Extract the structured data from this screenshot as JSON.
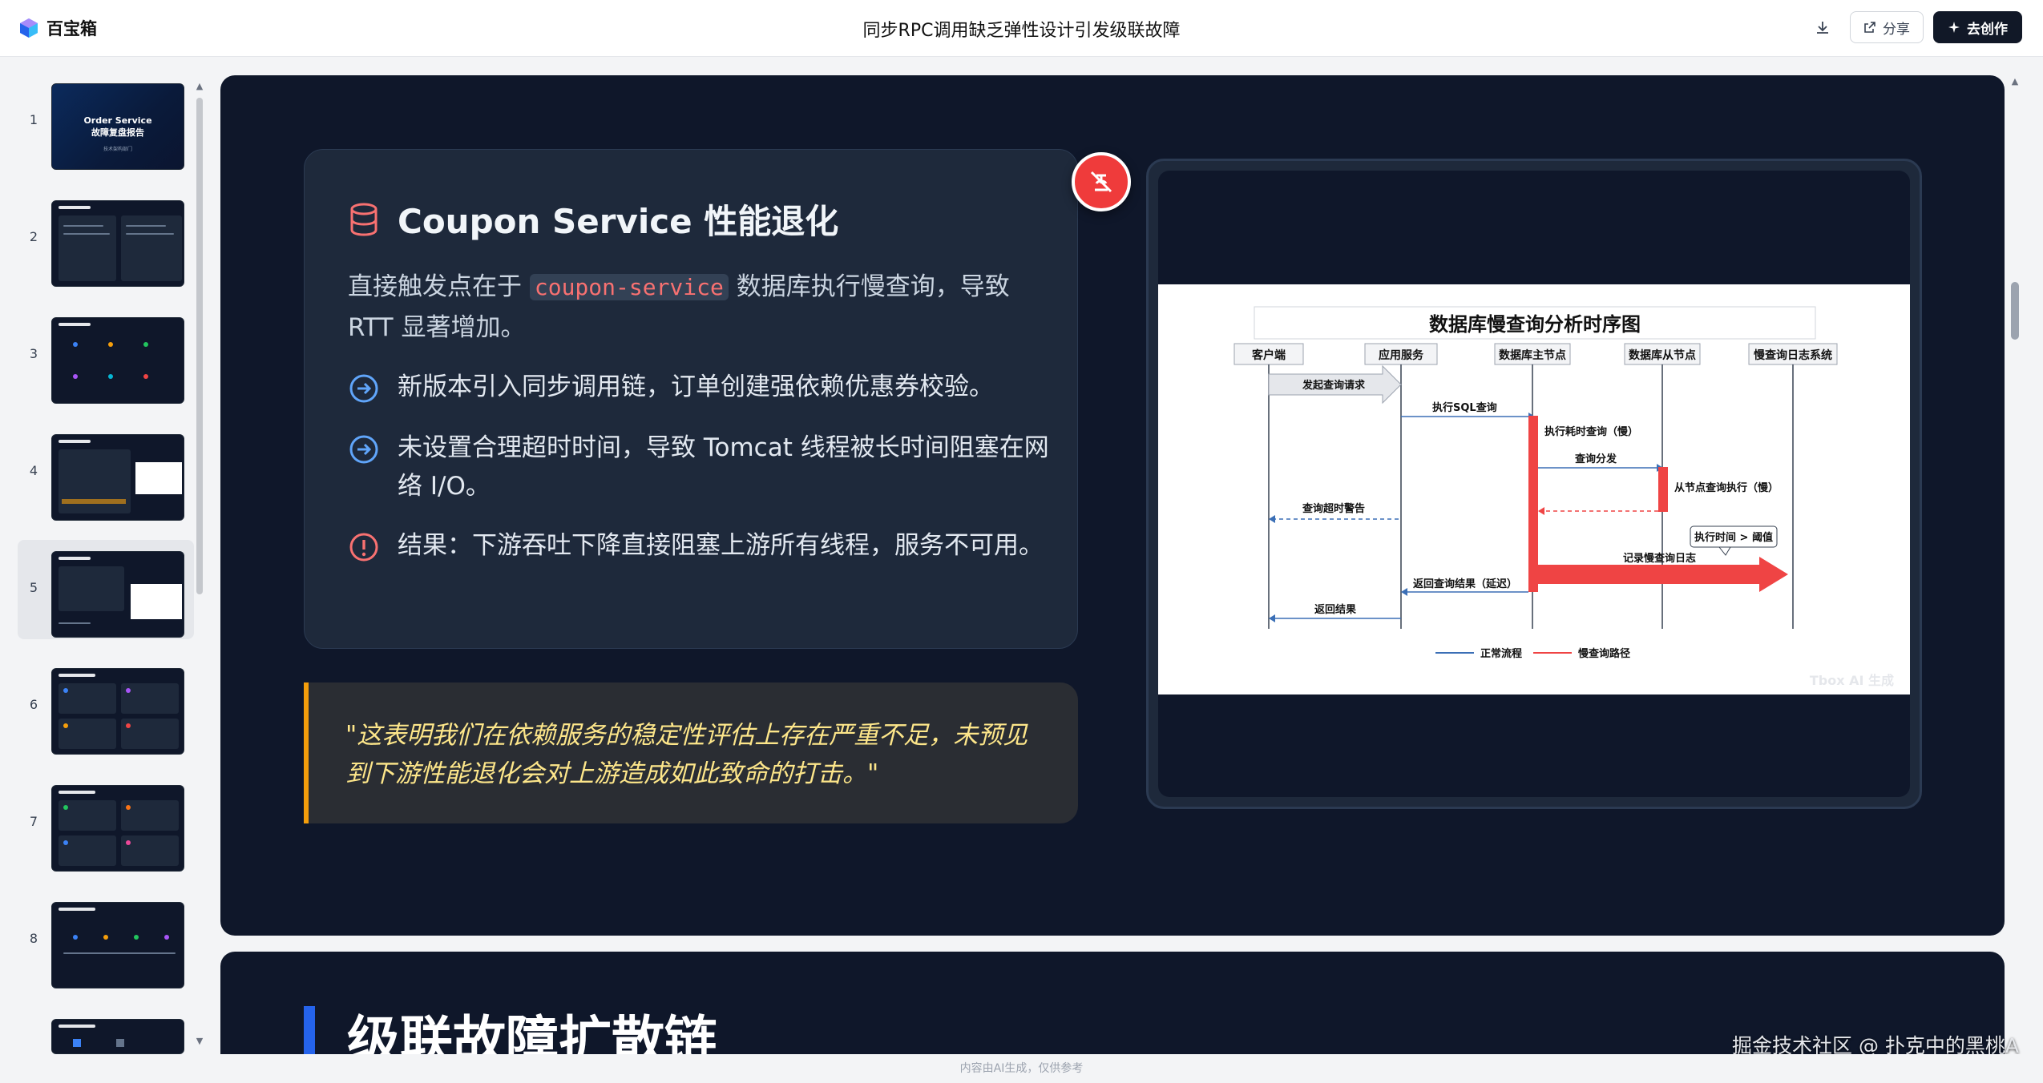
{
  "app": {
    "name": "百宝箱",
    "title": "同步RPC调用缺乏弹性设计引发级联故障"
  },
  "toolbar": {
    "download_icon": "download-icon",
    "share_label": "分享",
    "create_label": "去创作"
  },
  "colors": {
    "slide_bg": "#0f172a",
    "card_bg": "#1e293b",
    "accent_red": "#ef4444",
    "accent_blue": "#60a5fa",
    "quote_accent": "#f59e0b",
    "quote_text": "#fde68a"
  },
  "sidebar": {
    "slides": [
      {
        "num": "1",
        "title_line1": "Order Service",
        "title_line2": "故障复盘报告",
        "subtitle": "技术架构部门"
      },
      {
        "num": "2"
      },
      {
        "num": "3"
      },
      {
        "num": "4"
      },
      {
        "num": "5",
        "active": true
      },
      {
        "num": "6"
      },
      {
        "num": "7"
      },
      {
        "num": "8"
      }
    ]
  },
  "slide": {
    "card": {
      "title": "Coupon Service 性能退化",
      "intro_before": "直接触发点在于 ",
      "intro_code": "coupon-service",
      "intro_after": " 数据库执行慢查询，导致 RTT 显著增加。",
      "bullets": [
        {
          "icon": "arrow-circle-right-icon",
          "text": "新版本引入同步调用链，订单创建强依赖优惠券校验。"
        },
        {
          "icon": "arrow-circle-right-icon",
          "text": "未设置合理超时时间，导致 Tomcat 线程被长时间阻塞在网络 I/O。"
        },
        {
          "icon": "exclamation-circle-icon",
          "text": "结果：下游吞吐下降直接阻塞上游所有线程，服务不可用。"
        }
      ]
    },
    "quote": "\"这表明我们在依赖服务的稳定性评估上存在严重不足，未预见到下游性能退化会对上游造成如此致命的打击。\"",
    "diagram": {
      "title": "数据库慢查询分析时序图",
      "lanes": [
        "客户端",
        "应用服务",
        "数据库主节点",
        "数据库从节点",
        "慢查询日志系统"
      ],
      "messages": [
        "发起查询请求",
        "执行SQL查询",
        "执行耗时查询（慢）",
        "查询分发",
        "从节点查询执行（慢）",
        "查询超时警告",
        "执行时间 > 阈值",
        "记录慢查询日志",
        "返回查询结果（延迟）",
        "返回结果"
      ],
      "legend": [
        "正常流程",
        "慢查询路径"
      ],
      "watermark": "Tbox AI 生成"
    }
  },
  "next_slide": {
    "title": "级联故障扩散链"
  },
  "watermark": "掘金技术社区 @ 扑克中的黑桃A",
  "footer": "内容由AI生成，仅供参考"
}
